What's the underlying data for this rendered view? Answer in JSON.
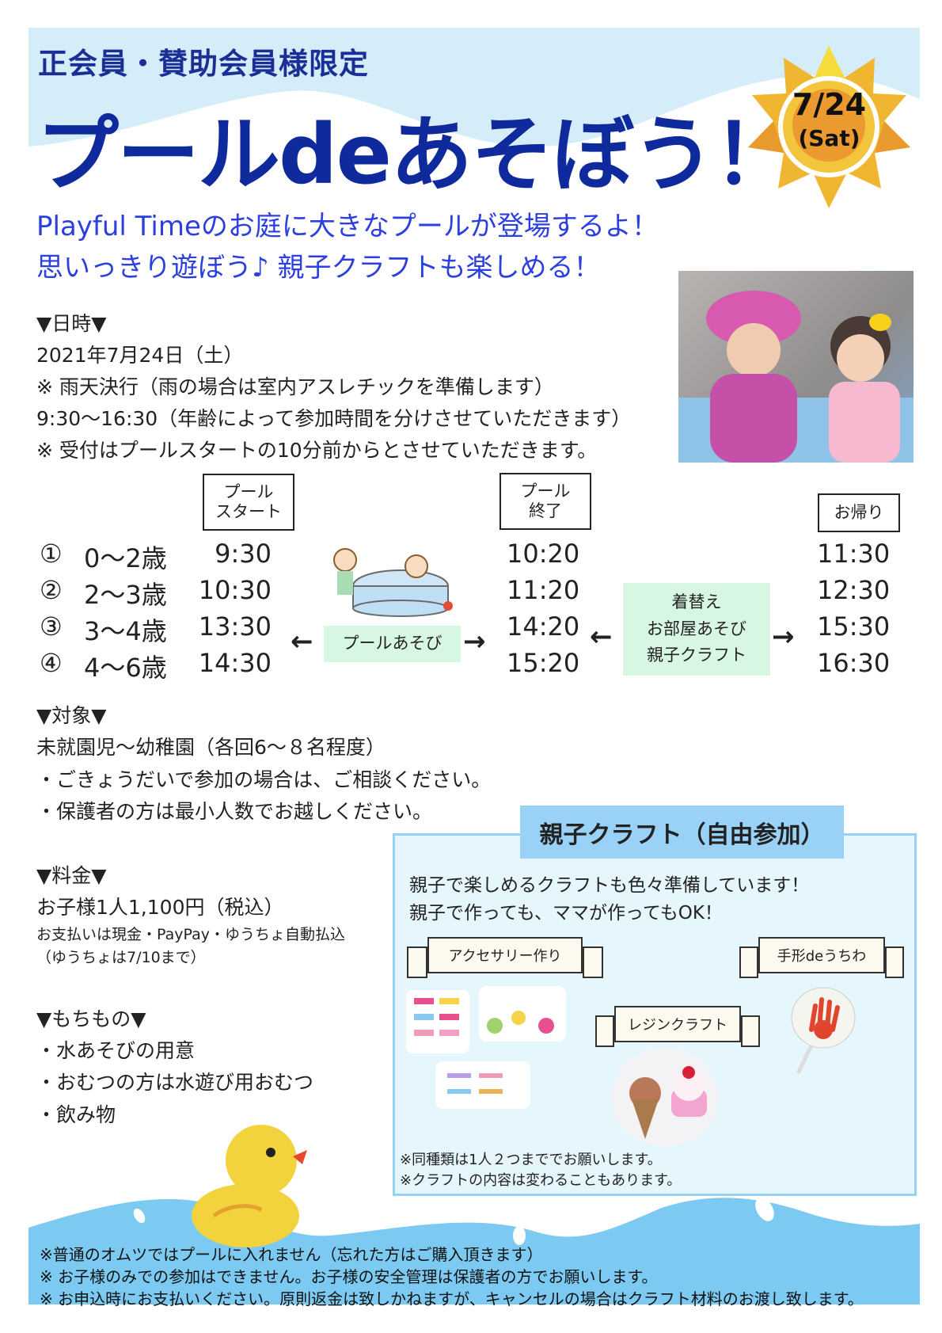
{
  "header": {
    "subtitle": "正会員・賛助会員様限定",
    "title": "プールdeあそぼう！",
    "date_badge": {
      "date": "7/24",
      "day": "(Sat)"
    },
    "lead_lines": [
      "Playful Timeのお庭に大きなプールが登場するよ！",
      "思いっきり遊ぼう♪ 親子クラフトも楽しめる！"
    ]
  },
  "datetime": {
    "heading": "▼日時▼",
    "lines": [
      "2021年7月24日（土）",
      "※ 雨天決行（雨の場合は室内アスレチックを準備します）",
      "9:30〜16:30（年齢によって参加時間を分けさせていただきます）",
      "※ 受付はプールスタートの10分前からとさせていただきます。"
    ]
  },
  "schedule": {
    "col_start": [
      "プール",
      "スタート"
    ],
    "col_end": [
      "プール",
      "終了"
    ],
    "col_return": "お帰り",
    "pool_play": "プールあそび",
    "after_activities": [
      "着替え",
      "お部屋あそび",
      "親子クラフト"
    ],
    "rows": [
      {
        "num": "①",
        "age": "0〜2歳",
        "start": "9:30",
        "end": "10:20",
        "return": "11:30"
      },
      {
        "num": "②",
        "age": "2〜3歳",
        "start": "10:30",
        "end": "11:20",
        "return": "12:30"
      },
      {
        "num": "③",
        "age": "3〜4歳",
        "start": "13:30",
        "end": "14:20",
        "return": "15:30"
      },
      {
        "num": "④",
        "age": "4〜6歳",
        "start": "14:30",
        "end": "15:20",
        "return": "16:30"
      }
    ]
  },
  "target": {
    "heading": "▼対象▼",
    "lines": [
      "未就園児〜幼稚園（各回6〜８名程度）",
      "・ごきょうだいで参加の場合は、ご相談ください。",
      "・保護者の方は最小人数でお越しください。"
    ]
  },
  "fee": {
    "heading": "▼料金▼",
    "price": "お子様1人1,100円（税込）",
    "payment": "お支払いは現金・PayPay・ゆうちょ自動払込",
    "payment_note": "（ゆうちょは7/10まで）"
  },
  "items": {
    "heading": "▼もちもの▼",
    "lines": [
      "・水あそびの用意",
      "・おむつの方は水遊び用おむつ",
      "・飲み物"
    ]
  },
  "craft": {
    "title": "親子クラフト（自由参加）",
    "lines": [
      "親子で楽しめるクラフトも色々準備しています！",
      "親子で作っても、ママが作ってもOK！"
    ],
    "banners": [
      "アクセサリー作り",
      "レジンクラフト",
      "手形deうちわ"
    ],
    "notes": [
      "※同種類は1人２つまででお願いします。",
      "※クラフトの内容は変わることもあります。"
    ]
  },
  "footer": {
    "notes": [
      "※普通のオムツではプールに入れません（忘れた方はご購入頂きます）",
      "※ お子様のみでの参加はできません。お子様の安全管理は保護者の方でお願いします。",
      "※ お申込時にお支払いください。原則返金は致しかねますが、キャンセルの場合はクラフト材料のお渡し致します。"
    ]
  },
  "colors": {
    "title": "#0f2a9c",
    "lead": "#2c3fdf",
    "header_bg": "#d5edf9",
    "water": "#7ccaf2",
    "craft_tab": "#99d2f6",
    "green": "#d8f7e2"
  }
}
